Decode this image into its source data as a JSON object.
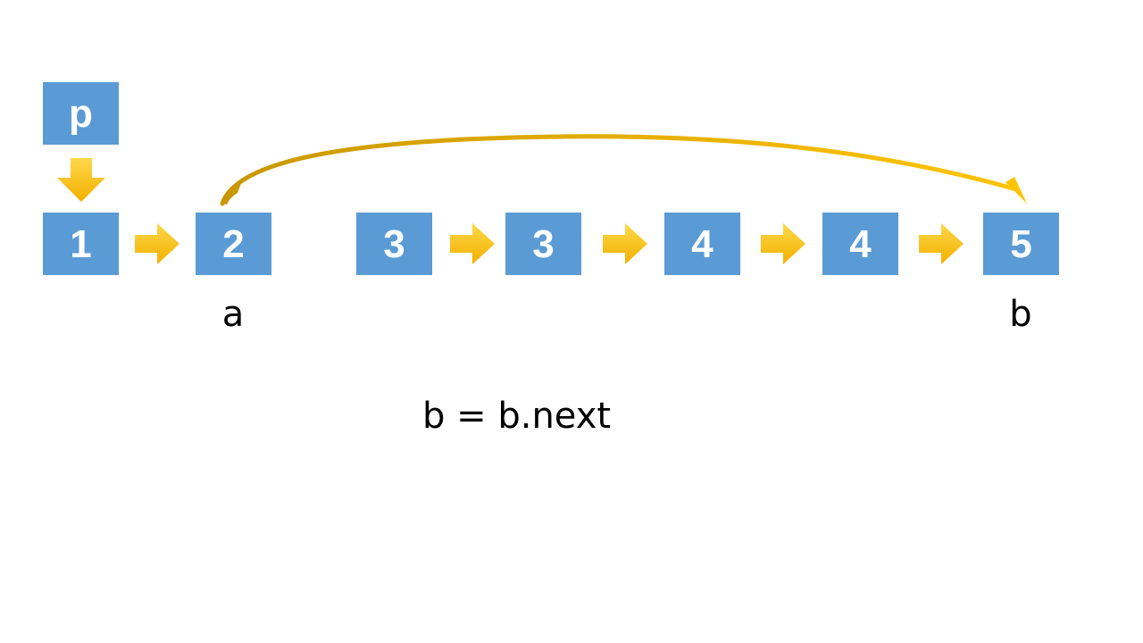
{
  "colors": {
    "node_fill": "#5b9bd5",
    "arrow_fill_light": "#ffd11a",
    "arrow_fill_dark": "#e6a800",
    "curve_stroke": "#c99700",
    "text": "#000000"
  },
  "pointer_box": {
    "label": "p",
    "icon": "arrow-down-icon"
  },
  "nodes": [
    {
      "label": "1"
    },
    {
      "label": "2"
    },
    {
      "label": "3"
    },
    {
      "label": "3"
    },
    {
      "label": "4"
    },
    {
      "label": "4"
    },
    {
      "label": "5"
    }
  ],
  "pointers": [
    {
      "label": "a"
    },
    {
      "label": "b"
    }
  ],
  "code_line": "b = b.next"
}
